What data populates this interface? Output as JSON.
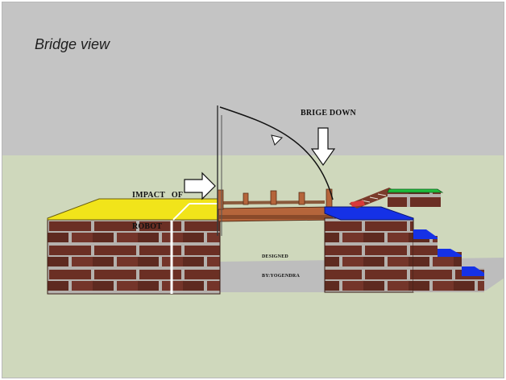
{
  "title": "Bridge view",
  "labels": {
    "impact_line1": "IMPACT   OF",
    "impact_line2": "ROBOT",
    "brige_down": "BRIGE DOWN",
    "designed_line1": "DESIGNED",
    "designed_line2": "BY:YOGENDRA"
  },
  "colors": {
    "sky": "#c4c4c4",
    "ground": "#cfd8bc",
    "brick": "#6b2f24",
    "mortar": "#b5b1ad",
    "yellow_top": "#f1e41a",
    "blue_top": "#1531e6",
    "green_top": "#1fbf3c",
    "bridge_wood": "#b5653b",
    "road": "#bdbdbd"
  },
  "icons": [
    "right-arrow-icon",
    "down-arrow-icon"
  ]
}
